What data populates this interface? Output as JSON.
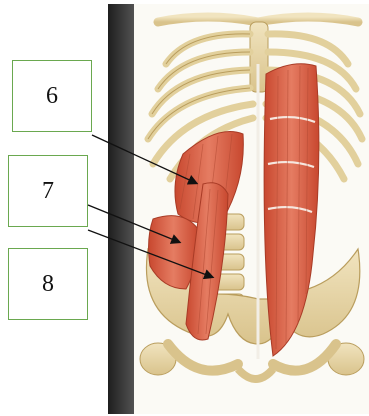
{
  "labels": [
    {
      "id": "6",
      "text": "6"
    },
    {
      "id": "7",
      "text": "7"
    },
    {
      "id": "8",
      "text": "8"
    }
  ],
  "image": {
    "subject": "anatomy-illustration"
  },
  "colors": {
    "box_border": "#6aa84f",
    "frame_dark": "#2a2a2a",
    "bone": "#e8d7a8",
    "muscle": "#d45a42",
    "muscle_light": "#eb8a70",
    "arrow": "#111111"
  }
}
